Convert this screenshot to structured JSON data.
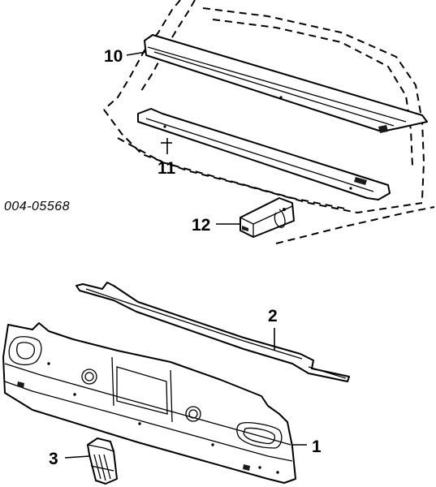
{
  "reference_code": "004-05568",
  "callouts": {
    "c10": "10",
    "c11": "11",
    "c12": "12",
    "c2": "2",
    "c1": "1",
    "c3": "3"
  }
}
